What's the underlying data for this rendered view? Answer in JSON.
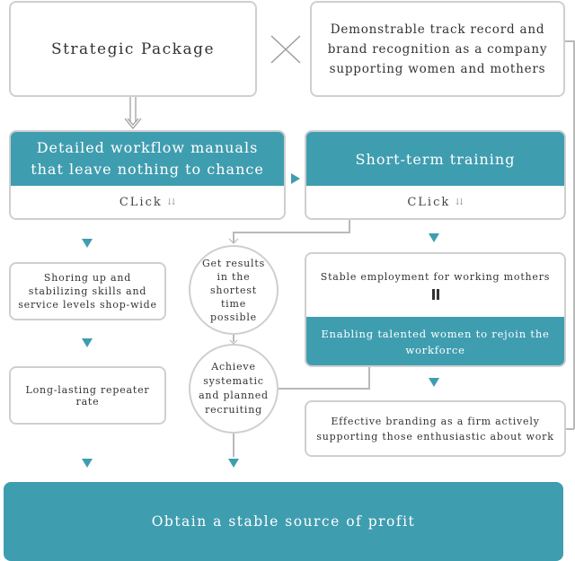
{
  "top": {
    "package": "Strategic Package",
    "track_record": "Demonstrable track record and brand recognition as a company supporting women and mothers"
  },
  "cards": {
    "manuals": {
      "title": "Detailed workflow manuals that leave nothing to chance",
      "click": "CLick"
    },
    "training": {
      "title": "Short-term training",
      "click": "CLick"
    }
  },
  "left": {
    "shoring": "Shoring up and stabilizing skills and service levels shop-wide",
    "repeater": "Long-lasting repeater rate"
  },
  "middle": {
    "results": "Get results in the shortest time possible",
    "recruiting": "Achieve systematic and planned recruiting"
  },
  "right": {
    "stable_employment": "Stable employment for working mothers",
    "equals": "=",
    "rejoin": "Enabling talented women to rejoin the workforce",
    "branding": "Effective branding as a firm actively supporting those enthusiastic about work"
  },
  "bottom": {
    "profit": "Obtain a stable source of profit"
  },
  "colors": {
    "accent": "#3f9db0",
    "border": "#cfcfcf",
    "connector": "#b9b9b9"
  },
  "icons": [
    "cross-icon",
    "double-arrow-down-icon",
    "chevron-down-icon",
    "triangle-down-icon",
    "triangle-right-icon"
  ]
}
